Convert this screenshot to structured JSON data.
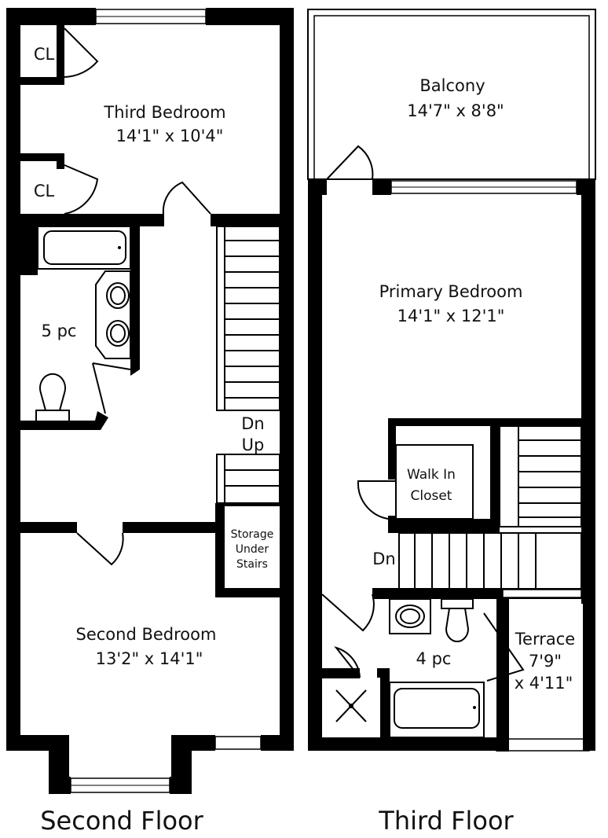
{
  "second_floor": {
    "caption": "Second Floor",
    "rooms": {
      "third_bedroom": {
        "name": "Third Bedroom",
        "size": "14'1\" x 10'4\""
      },
      "closet_1": {
        "name": "CL"
      },
      "closet_2": {
        "name": "CL"
      },
      "bath": {
        "name": "5 pc"
      },
      "second_bedroom": {
        "name": "Second Bedroom",
        "size": "13'2\" x 14'1\""
      },
      "storage": {
        "line1": "Storage",
        "line2": "Under",
        "line3": "Stairs"
      }
    },
    "stairs": {
      "down": "Dn",
      "up": "Up"
    }
  },
  "third_floor": {
    "caption": "Third Floor",
    "rooms": {
      "balcony": {
        "name": "Balcony",
        "size": "14'7\" x 8'8\""
      },
      "primary_bedroom": {
        "name": "Primary Bedroom",
        "size": "14'1\" x 12'1\""
      },
      "walk_in_closet": {
        "line1": "Walk In",
        "line2": "Closet"
      },
      "bath": {
        "name": "4 pc"
      },
      "terrace": {
        "name": "Terrace",
        "size_line1": "7'9\"",
        "size_line2": "x 4'11\""
      }
    },
    "stairs": {
      "down": "Dn"
    }
  }
}
